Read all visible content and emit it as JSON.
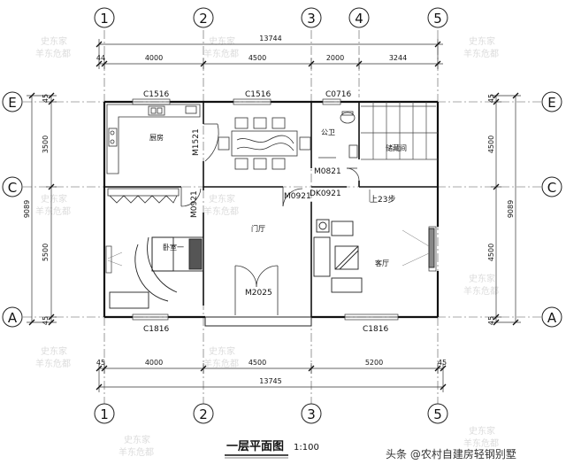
{
  "axes": {
    "top": [
      "1",
      "2",
      "3",
      "4",
      "5"
    ],
    "bottom": [
      "1",
      "2",
      "3",
      "5"
    ],
    "left": [
      "E",
      "C",
      "A"
    ],
    "right": [
      "E",
      "C",
      "A"
    ]
  },
  "dims": {
    "top_total": "13744",
    "top_edge": "44",
    "top_segments": [
      "4000",
      "4500",
      "2000",
      "3244"
    ],
    "bottom_total": "13745",
    "bottom_edge": "45",
    "bottom_segments": [
      "4000",
      "4500",
      "5200",
      "45"
    ],
    "left_total": "9089",
    "left_segments": [
      "45",
      "3500",
      "5500",
      "45"
    ],
    "right_total": "9089",
    "right_segments": [
      "45",
      "4500",
      "4500",
      "45"
    ]
  },
  "openings": {
    "c1516_left": "C1516",
    "c1516_mid": "C1516",
    "c0716": "C0716",
    "c1816_left": "C1816",
    "c1816_right": "C1816",
    "m1521": "M1521",
    "m0921_side": "M0921",
    "m0921_mid": "M0921",
    "dk0921": "DK0921",
    "m0821": "M0821",
    "m2025": "M2025"
  },
  "rooms": {
    "kitchen": "厨房",
    "bathroom": "公卫",
    "storage": "储藏间",
    "bedroom": "卧室一",
    "hall": "门厅",
    "living": "客厅",
    "stairs": "上23步"
  },
  "title": {
    "main": "一层平面图",
    "scale": "1:100"
  },
  "watermark": {
    "credit": "头条 @农村自建房轻钢别墅",
    "stamp_line1": "史东家",
    "stamp_line2": "羊东危都"
  }
}
